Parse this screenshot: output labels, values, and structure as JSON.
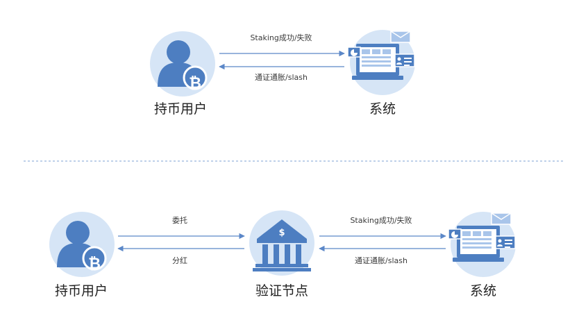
{
  "colors": {
    "circle_bg": "#d6e5f6",
    "primary_blue": "#4d7ec1",
    "arrow_blue": "#5b87c8",
    "light_blue": "#a9c5ea",
    "divider": "#a8c0e2",
    "text": "#222222"
  },
  "top_diagram": {
    "user_label": "持币用户",
    "system_label": "系统",
    "forward_label": "Staking成功/失败",
    "back_label": "通证通胀/slash"
  },
  "bottom_diagram": {
    "user_label": "持币用户",
    "validator_label": "验证节点",
    "system_label": "系统",
    "delegate_label": "委托",
    "dividend_label": "分红",
    "forward_label": "Staking成功/失败",
    "back_label": "通证通胀/slash"
  },
  "icons": {
    "user": "user-with-bitcoin-icon",
    "system": "dashboard-monitor-icon",
    "validator": "bank-dollar-icon",
    "coin_glyph": "₿",
    "dollar_glyph": "$"
  }
}
